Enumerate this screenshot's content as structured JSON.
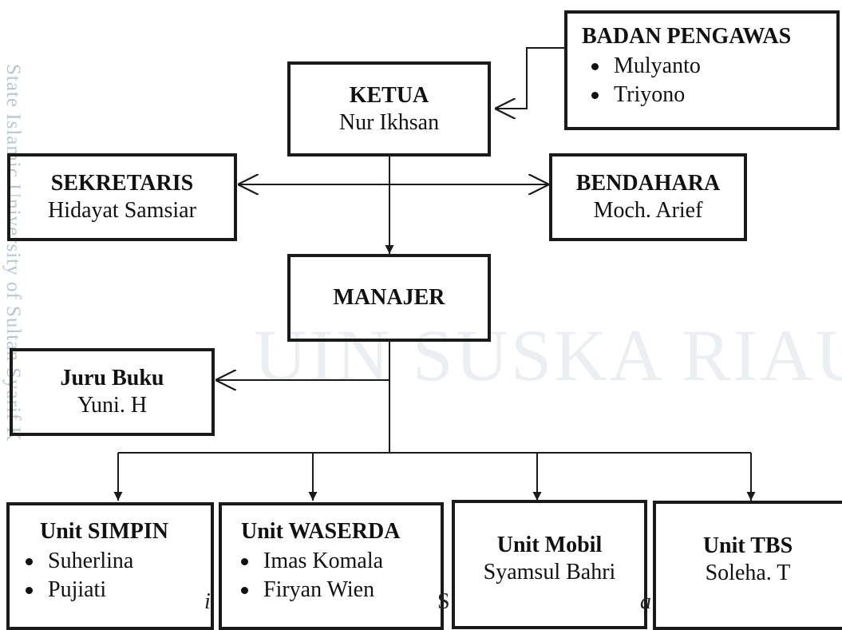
{
  "watermark": {
    "main": "UIN SUSKA RIAU",
    "side": "State Islamic University of Sultan Syarif K"
  },
  "badan_pengawas": {
    "title": "BADAN PENGAWAS",
    "members": [
      "Mulyanto",
      "Triyono"
    ]
  },
  "ketua": {
    "title": "KETUA",
    "name": "Nur Ikhsan"
  },
  "sekretaris": {
    "title": "SEKRETARIS",
    "name": "Hidayat Samsiar"
  },
  "bendahara": {
    "title": "BENDAHARA",
    "name": "Moch. Arief"
  },
  "manajer": {
    "title": "MANAJER"
  },
  "juru_buku": {
    "title": "Juru Buku",
    "name": "Yuni. H"
  },
  "units": {
    "simpin": {
      "title": "Unit SIMPIN",
      "members": [
        "Suherlina",
        "Pujiati"
      ]
    },
    "waserda": {
      "title": "Unit WASERDA",
      "members": [
        "Imas Komala",
        "Firyan Wien"
      ]
    },
    "mobil": {
      "title": "Unit Mobil",
      "name": "Syamsul Bahri"
    },
    "tbs": {
      "title": "Unit TBS",
      "name": "Soleha. T"
    }
  },
  "stray_glyphs": [
    "i",
    "S",
    "a"
  ],
  "colors": {
    "line": "#1a1a1a",
    "watermark": "#ebeff1"
  }
}
